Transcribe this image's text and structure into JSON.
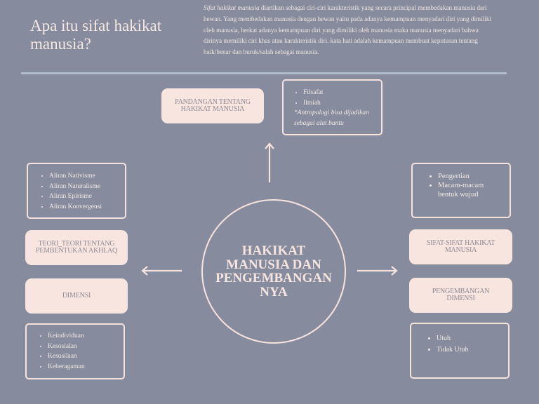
{
  "header": {
    "title": "Apa itu sifat hakikat manusia?",
    "description_em": "Sifat hakikat manusia",
    "description": " diartikan sebagai ciri-ciri karakteristik yang secara principal membedakan manusia dari hewan. Yang membedakan manusia dengan hewan yaitu pada adanya kemampuan menyadari diri yang dimiliki oleh manusia, berkat adanya kemampuan diri yang dimiliki oleh manusia maka manusia menyadari bahwa dirinya memiliki ciri khas atau karakteristik diri. kata hati adalah kemampuan membuat keputusan tentang baik/benar dan buruk/salah sebagai manusia."
  },
  "center": {
    "label": "HAKIKAT MANUSIA DAN PENGEMBANGAN NYA"
  },
  "top": {
    "pill": "PANDANGAN TENTANG HAKIKAT MANUSIA",
    "items": [
      "Filsafat",
      "Ilmiah"
    ],
    "note": "*Antropologi bisa dijadikan sebagai alat bantu"
  },
  "left": {
    "teori": {
      "pill": "TEORI_TEORI TENTANG PEMBENTUKAN AKHLAQ",
      "items": [
        "Aliran Nativisme",
        "Aliran Naturalisme",
        "Aliran Epirisme",
        "Aliran Konvergensi"
      ]
    },
    "dimensi": {
      "pill": "DIMENSI",
      "items": [
        "Keindividuan",
        "Kesosialan",
        "Kesusilaan",
        "Keberagaman"
      ]
    }
  },
  "right": {
    "sifat": {
      "pill": "SIFAT-SIFAT HAKIKAT MANUSIA",
      "items": [
        "Pengertian",
        "Macam-macam bentuk wujud"
      ]
    },
    "pengembangan": {
      "pill": "PENGEMBANGAN DIMENSI",
      "items": [
        "Utuh",
        "Tidak Utuh"
      ]
    }
  },
  "colors": {
    "background": "#868c9d",
    "pill": "#f8e5df",
    "pill_text": "#8e8a97",
    "outline": "#f6e3df",
    "divider": "#b0bccb"
  }
}
